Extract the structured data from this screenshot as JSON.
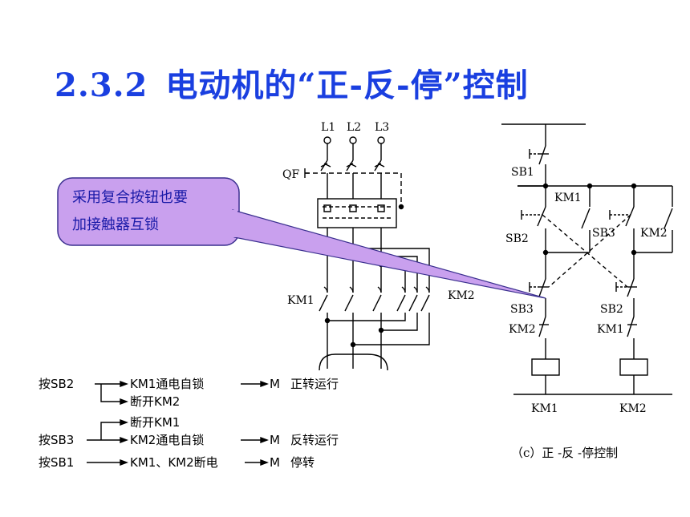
{
  "title": {
    "number": "2.3.2",
    "text": "电动机的“正-反-停”控制"
  },
  "callout": {
    "line1": "采用复合按钮也要",
    "line2": "加接触器互锁",
    "fill": "#c9a0ee",
    "stroke": "#3a2f8f"
  },
  "main_circuit": {
    "phases": [
      "L1",
      "L2",
      "L3"
    ],
    "breaker": "QF",
    "km1": "KM1",
    "km2": "KM2"
  },
  "control_circuit": {
    "sb1": "SB1",
    "sb2_left": "SB2",
    "km1_hold": "KM1",
    "sb3_right": "SB3",
    "km2_hold": "KM2",
    "sb3_lower": "SB3",
    "sb2_lower": "SB2",
    "km2_interlock": "KM2",
    "km1_interlock": "KM1",
    "coil_km1": "KM1",
    "coil_km2": "KM2",
    "caption": "（c）正 -反 -停控制"
  },
  "notes": {
    "r1_start": "按SB2",
    "r1_a": "KM1通电自锁",
    "r1_arrow": "M",
    "r1_b": "正转运行",
    "r2": "断开KM2",
    "r3": "断开KM1",
    "r4_start": "按SB3",
    "r4_a": "KM2通电自锁",
    "r4_arrow": "M",
    "r4_b": "反转运行",
    "r5_start": "按SB1",
    "r5_a": "KM1、KM2断电",
    "r5_arrow": "M",
    "r5_b": "停转"
  }
}
